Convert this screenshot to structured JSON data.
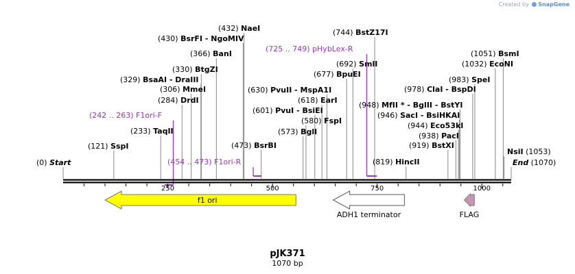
{
  "credit": {
    "prefix": "Created by",
    "brand": "SnapGene"
  },
  "plasmid": {
    "name": "pJK371",
    "length_label": "1070 bp",
    "length": 1070
  },
  "enzymes": [
    {
      "pos": 0,
      "num": "(0)",
      "name": "Start",
      "special": true
    },
    {
      "pos": 121,
      "num": "(121)",
      "name": "SspI"
    },
    {
      "pos": 233,
      "num": "(233)",
      "name": "TaqII"
    },
    {
      "pos": 284,
      "num": "(284)",
      "name": "DrdI"
    },
    {
      "pos": 306,
      "num": "(306)",
      "name": "MmeI"
    },
    {
      "pos": 329,
      "num": "(329)",
      "name": "BsaAI",
      "extra": "DraIII"
    },
    {
      "pos": 330,
      "num": "(330)",
      "name": "BtgZI"
    },
    {
      "pos": 366,
      "num": "(366)",
      "name": "BanI"
    },
    {
      "pos": 430,
      "num": "(430)",
      "name": "BsrFI",
      "extra": "NgoMIV"
    },
    {
      "pos": 432,
      "num": "(432)",
      "name": "NaeI"
    },
    {
      "pos": 473,
      "num": "(473)",
      "name": "BsrBI"
    },
    {
      "pos": 573,
      "num": "(573)",
      "name": "BglI"
    },
    {
      "pos": 580,
      "num": "(580)",
      "name": "FspI"
    },
    {
      "pos": 601,
      "num": "(601)",
      "name": "PvuI",
      "extra": "BsiEI"
    },
    {
      "pos": 618,
      "num": "(618)",
      "name": "EarI"
    },
    {
      "pos": 630,
      "num": "(630)",
      "name": "PvuII",
      "extra": "MspA1I"
    },
    {
      "pos": 677,
      "num": "(677)",
      "name": "BpuEI"
    },
    {
      "pos": 692,
      "num": "(692)",
      "name": "SmlI"
    },
    {
      "pos": 744,
      "num": "(744)",
      "name": "BstZ17I"
    },
    {
      "pos": 819,
      "num": "(819)",
      "name": "HincII"
    },
    {
      "pos": 919,
      "num": "(919)",
      "name": "BstXI"
    },
    {
      "pos": 938,
      "num": "(938)",
      "name": "PacI"
    },
    {
      "pos": 944,
      "num": "(944)",
      "name": "Eco53kI"
    },
    {
      "pos": 946,
      "num": "(946)",
      "name": "SacI",
      "extra": "BsiHKAI"
    },
    {
      "pos": 948,
      "num": "(948)",
      "name": "MfII *",
      "extra": "BglII - BstYI"
    },
    {
      "pos": 978,
      "num": "(978)",
      "name": "ClaI",
      "extra": "BspDI"
    },
    {
      "pos": 983,
      "num": "(983)",
      "name": "SpeI"
    },
    {
      "pos": 1032,
      "num": "(1032)",
      "name": "EcoNI"
    },
    {
      "pos": 1051,
      "num": "(1051)",
      "name": "BsmI"
    },
    {
      "pos": 1053,
      "num": "(1053)",
      "name": "NsiI",
      "numAfter": true
    },
    {
      "pos": 1070,
      "num": "(1070)",
      "name": "End",
      "special": true,
      "numAfter": true
    }
  ],
  "primers": [
    {
      "label": "(242 .. 263)  F1ori-F",
      "start": 242,
      "end": 263,
      "dir": "fwd"
    },
    {
      "label": "(454 .. 473)  F1ori-R",
      "start": 454,
      "end": 473,
      "dir": "rev"
    },
    {
      "label": "(725 .. 749)  pHybLex-R",
      "start": 725,
      "end": 749,
      "dir": "rev"
    }
  ],
  "ruler_ticks": [
    "250",
    "500",
    "750",
    "1000"
  ],
  "features": [
    {
      "name": "f1 ori",
      "start": 100,
      "end": 556,
      "dir": "rev",
      "color": "#ffff00"
    },
    {
      "name": "ADH1 terminator",
      "start": 645,
      "end": 815,
      "dir": "rev",
      "color": "#ffffff"
    },
    {
      "name": "FLAG",
      "start": 958,
      "end": 982,
      "dir": "rev",
      "color": "#c994b3"
    }
  ],
  "colors": {
    "primer": "#9933cc",
    "line": "#000000",
    "cut": "#888888"
  }
}
